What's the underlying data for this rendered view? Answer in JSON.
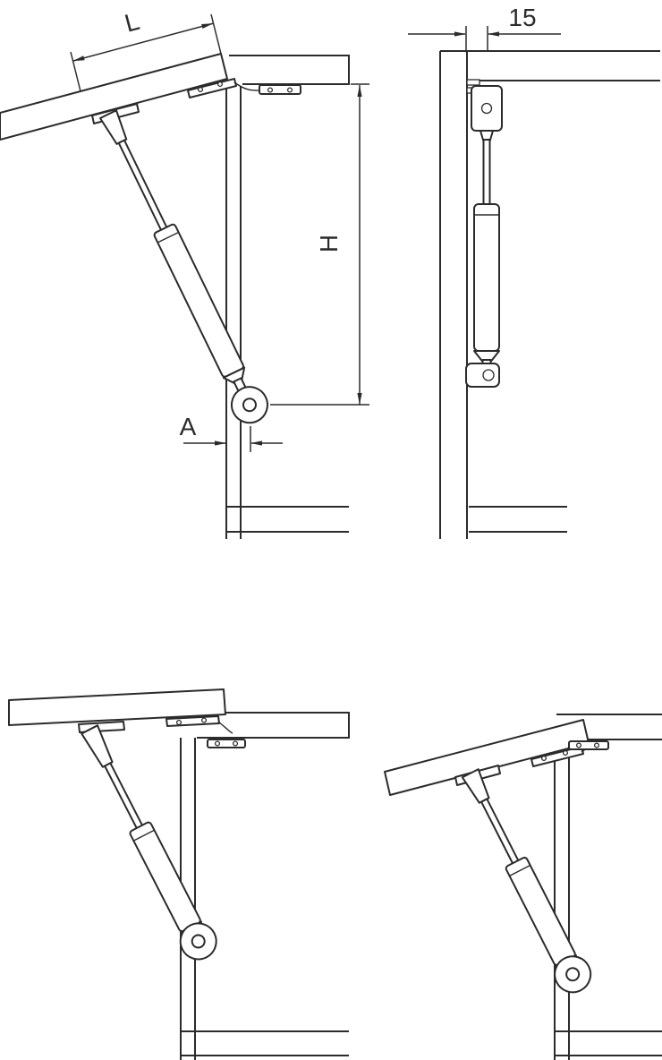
{
  "figure": {
    "background_color": "#ffffff",
    "line_color": "#2b2b2b",
    "dimensions": {
      "flap_length_label": "L",
      "height_label": "H",
      "offset_label": "A",
      "gap_label": "15"
    }
  }
}
